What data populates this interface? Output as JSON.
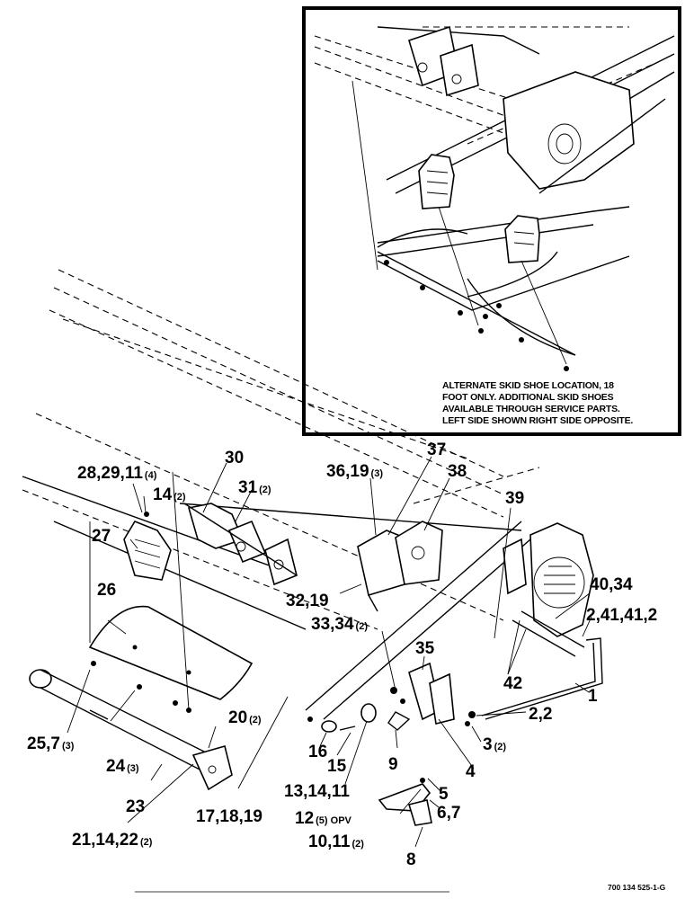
{
  "inset": {
    "note_lines": [
      "ALTERNATE SKID SHOE LOCATION, 18",
      "FOOT ONLY. ADDITIONAL SKID SHOES",
      "AVAILABLE THROUGH SERVICE PARTS.",
      "LEFT SIDE SHOWN RIGHT SIDE OPPOSITE."
    ]
  },
  "callouts": {
    "c1": {
      "text": "1",
      "qty": ""
    },
    "c2_2": {
      "text": "2,2",
      "qty": ""
    },
    "c3": {
      "text": "3",
      "qty": "(2)"
    },
    "c4": {
      "text": "4",
      "qty": ""
    },
    "c5": {
      "text": "5",
      "qty": ""
    },
    "c6_7": {
      "text": "6,7",
      "qty": ""
    },
    "c8": {
      "text": "8",
      "qty": ""
    },
    "c9": {
      "text": "9",
      "qty": ""
    },
    "c10_11": {
      "text": "10,11",
      "qty": "(2)"
    },
    "c12": {
      "text": "12",
      "qty": "(5) OPV"
    },
    "c13_14_11": {
      "text": "13,14,11",
      "qty": ""
    },
    "c15": {
      "text": "15",
      "qty": ""
    },
    "c16": {
      "text": "16",
      "qty": ""
    },
    "c17_18_19": {
      "text": "17,18,19",
      "qty": ""
    },
    "c20": {
      "text": "20",
      "qty": "(2)"
    },
    "c21_14_22": {
      "text": "21,14,22",
      "qty": "(2)"
    },
    "c23": {
      "text": "23",
      "qty": ""
    },
    "c24": {
      "text": "24",
      "qty": "(3)"
    },
    "c25_7": {
      "text": "25,7",
      "qty": "(3)"
    },
    "c26": {
      "text": "26",
      "qty": ""
    },
    "c27": {
      "text": "27",
      "qty": ""
    },
    "c28_29_11": {
      "text": "28,29,11",
      "qty": "(4)"
    },
    "c14": {
      "text": "14",
      "qty": "(2)"
    },
    "c30": {
      "text": "30",
      "qty": ""
    },
    "c31": {
      "text": "31",
      "qty": "(2)"
    },
    "c32_19": {
      "text": "32,19",
      "qty": ""
    },
    "c33_34": {
      "text": "33,34",
      "qty": "(2)"
    },
    "c35": {
      "text": "35",
      "qty": ""
    },
    "c36_19": {
      "text": "36,19",
      "qty": "(3)"
    },
    "c37": {
      "text": "37",
      "qty": ""
    },
    "c38": {
      "text": "38",
      "qty": ""
    },
    "c39": {
      "text": "39",
      "qty": ""
    },
    "c40_34": {
      "text": "40,34",
      "qty": ""
    },
    "c2_41_41_2": {
      "text": "2,41,41,2",
      "qty": ""
    },
    "c42": {
      "text": "42",
      "qty": ""
    }
  },
  "drawing_code": "700 134 525-1-G"
}
